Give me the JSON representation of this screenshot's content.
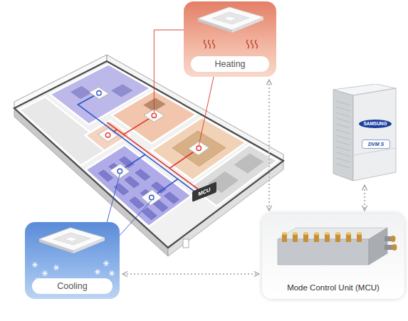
{
  "diagram": {
    "nodes": [
      {
        "text": [
          "Heating"
        ]
      },
      {
        "text": [
          "SAMSUNG",
          "DVM S"
        ]
      },
      {
        "text": [
          "MCU"
        ]
      },
      {
        "text": [
          "Cooling"
        ]
      },
      {
        "text": [
          "Mode Control Unit (MCU)"
        ]
      }
    ],
    "edges": [
      {
        "from": 0,
        "to": 4,
        "arrow": "both"
      },
      {
        "from": 1,
        "to": 4,
        "arrow": "both"
      },
      {
        "from": 3,
        "to": 4,
        "arrow": "both"
      }
    ]
  }
}
